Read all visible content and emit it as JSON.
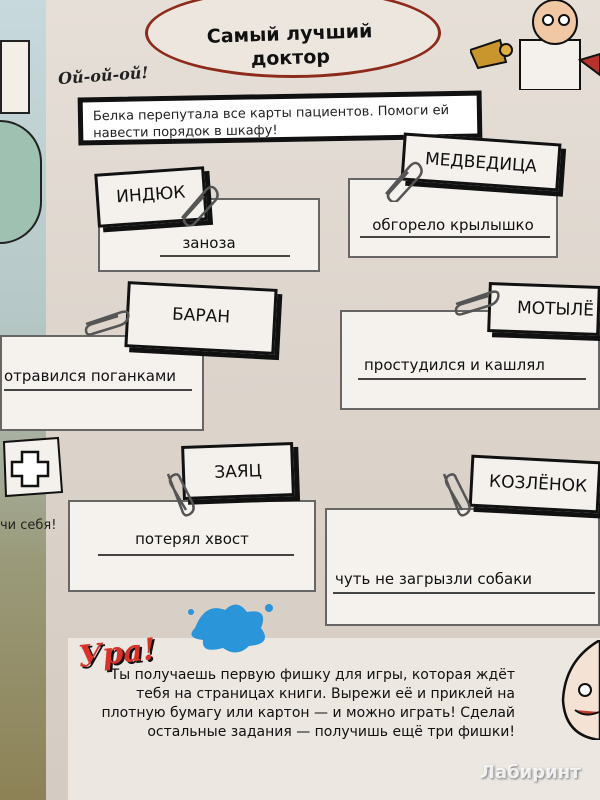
{
  "title": "Самый лучший доктор",
  "exclamation": "Ой-ой-ой!",
  "instruction": "Белка перепутала все карты пациентов. Помоги ей навести порядок в шкафу!",
  "patients": [
    {
      "name": "ИНДЮК",
      "ailment": "заноза"
    },
    {
      "name": "МЕДВЕДИЦА",
      "ailment": "обгорело крылышко"
    },
    {
      "name": "БАРАН",
      "ailment": "отравился поганками"
    },
    {
      "name": "МОТЫЛЁ",
      "ailment": "простудился и кашлял"
    },
    {
      "name": "ЗАЯЦ",
      "ailment": "потерял хвост"
    },
    {
      "name": "КОЗЛЁНОК",
      "ailment": "чуть не загрызли собаки"
    }
  ],
  "heal_yourself": "чи себя!",
  "hurray": "Ура!",
  "bottom_text": "Ты получаешь первую фишку для игры, которая ждёт тебя на страницах книги. Вырежи её и приклей на плотную бумагу или картон — и можно играть! Сделай остальные задания — получишь ещё три фишки!",
  "watermark": "Лабиринт"
}
